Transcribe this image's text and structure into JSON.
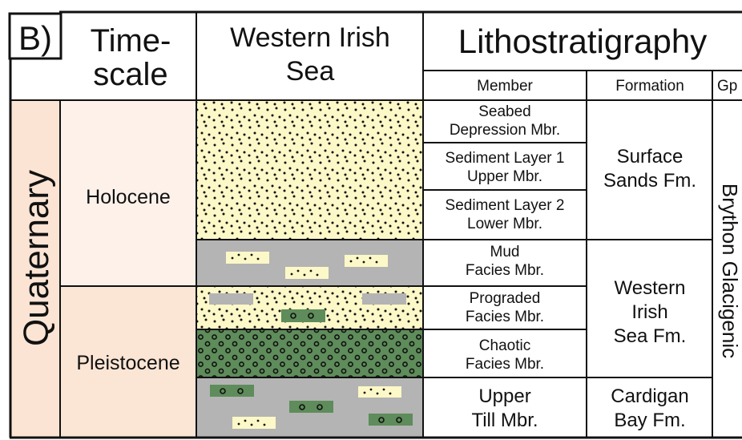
{
  "panel_label": "B)",
  "headers": {
    "timescale_line1": "Time-",
    "timescale_line2": "scale",
    "region_line1": "Western Irish",
    "region_line2": "Sea",
    "lithostratigraphy": "Lithostratigraphy",
    "member": "Member",
    "formation": "Formation",
    "group": "Gp"
  },
  "period": "Quaternary",
  "epochs": {
    "holocene": "Holocene",
    "pleistocene": "Pleistocene"
  },
  "members": [
    {
      "line1": "Seabed",
      "line2": "Depression Mbr."
    },
    {
      "line1": "Sediment Layer 1",
      "line2": "Upper Mbr."
    },
    {
      "line1": "Sediment Layer 2",
      "line2": "Lower Mbr."
    },
    {
      "line1": "Mud",
      "line2": "Facies Mbr."
    },
    {
      "line1": "Prograded",
      "line2": "Facies Mbr."
    },
    {
      "line1": "Chaotic",
      "line2": "Facies Mbr."
    },
    {
      "line1": "Upper",
      "line2": "Till Mbr."
    }
  ],
  "formations": {
    "surface_sands": {
      "line1": "Surface",
      "line2": "Sands Fm."
    },
    "western_irish_sea": {
      "line1": "Western",
      "line2": "Irish",
      "line3": "Sea Fm."
    },
    "cardigan_bay": {
      "line1": "Cardigan",
      "line2": "Bay Fm."
    }
  },
  "group": "Brython Glacigenic",
  "colors": {
    "sand": "#fcf8c8",
    "mud": "#b4b4b4",
    "diamict": "#5e8c5a",
    "holocene_fill": "#fdf1ea",
    "pleistocene_fill": "#fbe5d5",
    "period_fill": "#fbe4d4",
    "line": "#111111"
  }
}
